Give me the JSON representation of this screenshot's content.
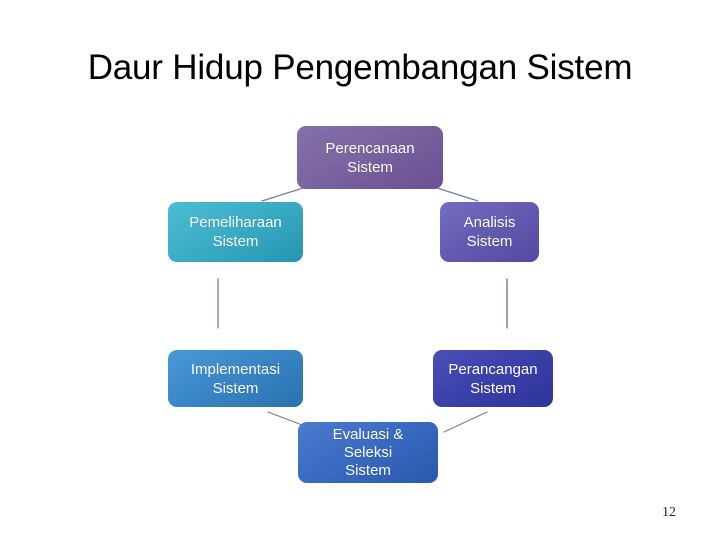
{
  "slide": {
    "title": "Daur Hidup Pengembangan Sistem",
    "page_number": "12"
  },
  "diagram": {
    "type": "cycle",
    "nodes": [
      {
        "id": "perencanaan",
        "label": "Perencanaan\nSistem",
        "color": "#7a64a2",
        "position": "top-center"
      },
      {
        "id": "analisis",
        "label": "Analisis\nSistem",
        "color": "#645cb3",
        "position": "right-upper"
      },
      {
        "id": "perancangan",
        "label": "Perancangan\nSistem",
        "color": "#3c41ab",
        "position": "right-lower"
      },
      {
        "id": "evaluasi",
        "label": "Evaluasi &\nSeleksi\nSistem",
        "color": "#3a6bc2",
        "position": "bottom-center"
      },
      {
        "id": "implementasi",
        "label": "Implementasi\nSistem",
        "color": "#3a86c6",
        "position": "left-lower"
      },
      {
        "id": "pemeliharaan",
        "label": "Pemeliharaan\nSistem",
        "color": "#3cadc6",
        "position": "left-upper"
      }
    ],
    "connector_color": "#7a7f94"
  }
}
